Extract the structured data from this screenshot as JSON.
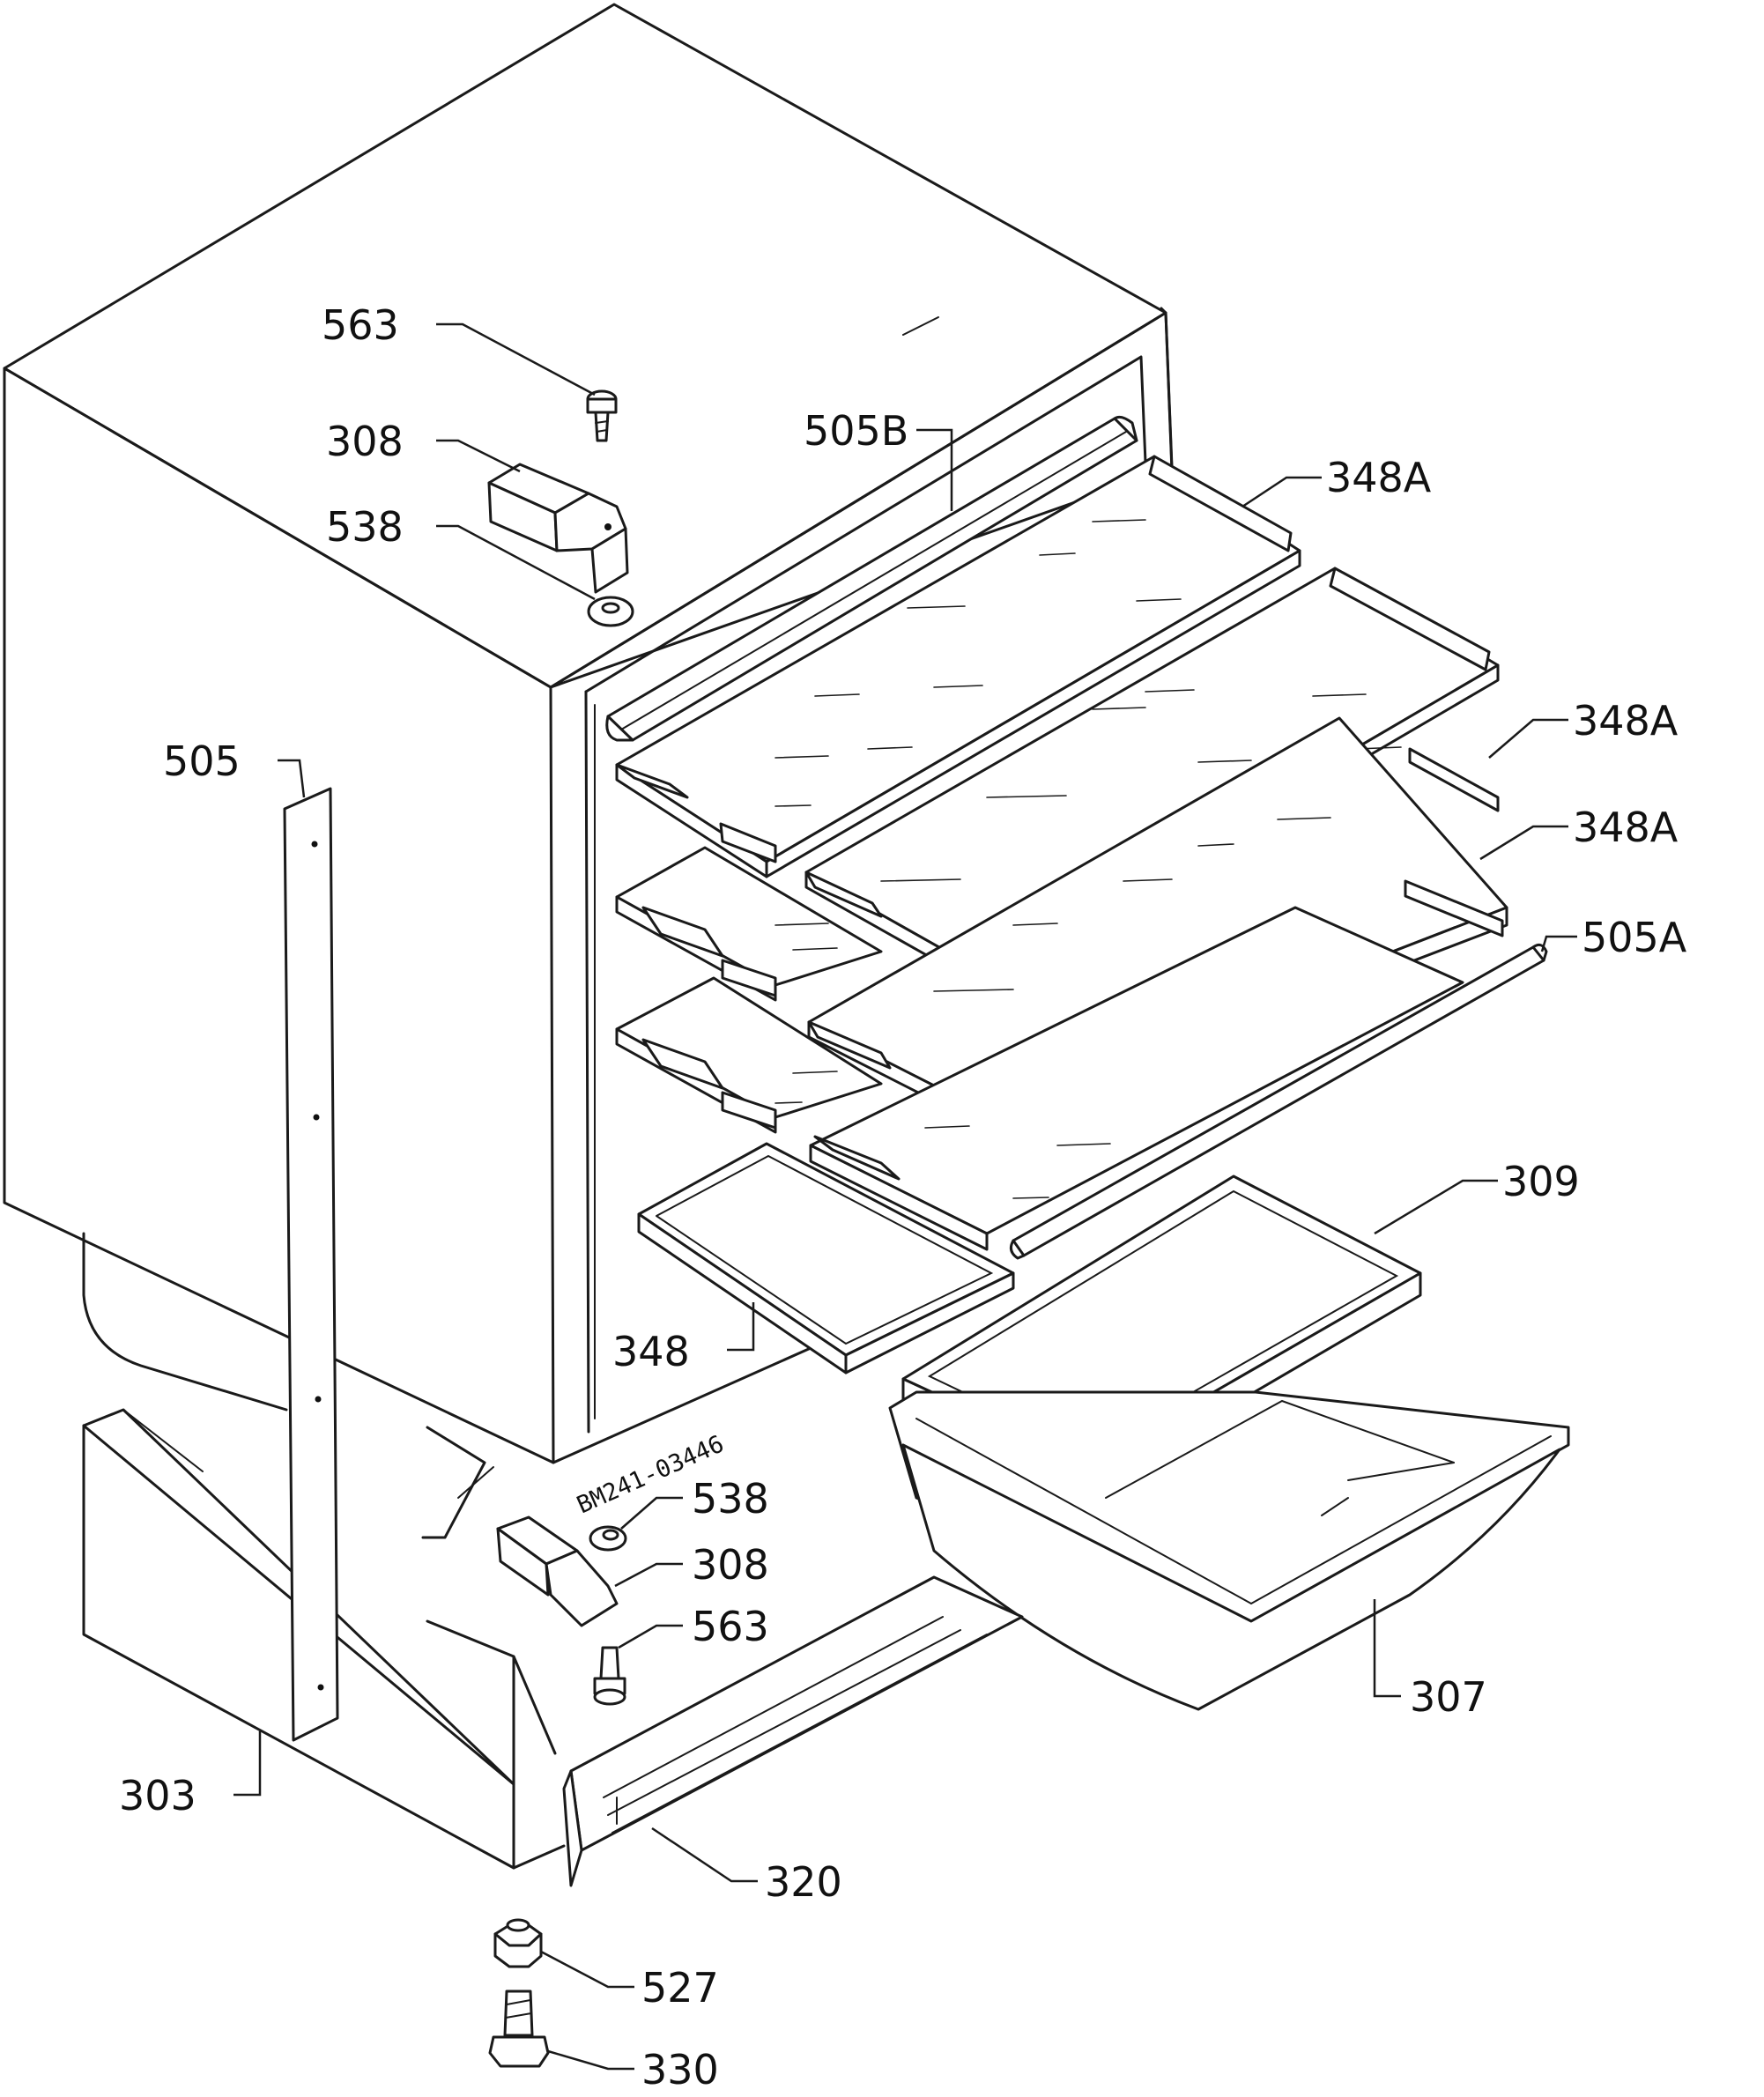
{
  "labels": {
    "l563_top": "563",
    "l308_top": "308",
    "l538_top": "538",
    "l505B": "505B",
    "l348A_1": "348A",
    "l348A_2": "348A",
    "l348A_3": "348A",
    "l505A": "505A",
    "l505": "505",
    "l309": "309",
    "l348": "348",
    "l538_bot": "538",
    "l308_bot": "308",
    "l563_bot": "563",
    "l307": "307",
    "l303": "303",
    "l320": "320",
    "l527": "527",
    "l330": "330"
  },
  "drawing_code": "BM241-03446"
}
